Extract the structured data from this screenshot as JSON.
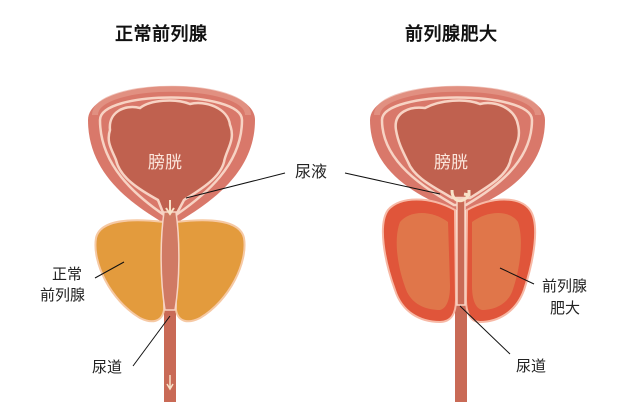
{
  "panels": {
    "normal": {
      "title": "正常前列腺",
      "bladder_label": "膀胱",
      "gland_label_line1": "正常",
      "gland_label_line2": "前列腺",
      "urethra_label": "尿道"
    },
    "enlarged": {
      "title": "前列腺肥大",
      "bladder_label": "膀胱",
      "gland_label_line1": "前列腺",
      "gland_label_line2": "肥大",
      "urethra_label": "尿道"
    }
  },
  "shared": {
    "urine_label": "尿液"
  },
  "colors": {
    "bladder_outer": "#d9786a",
    "bladder_inner": "#c0614f",
    "lining": "#f7d3c4",
    "normal_gland": "#e39b3d",
    "enlarged_gland_edge": "#e0553a",
    "enlarged_gland_core": "#e07a4c",
    "urethra": "#c96a56"
  }
}
